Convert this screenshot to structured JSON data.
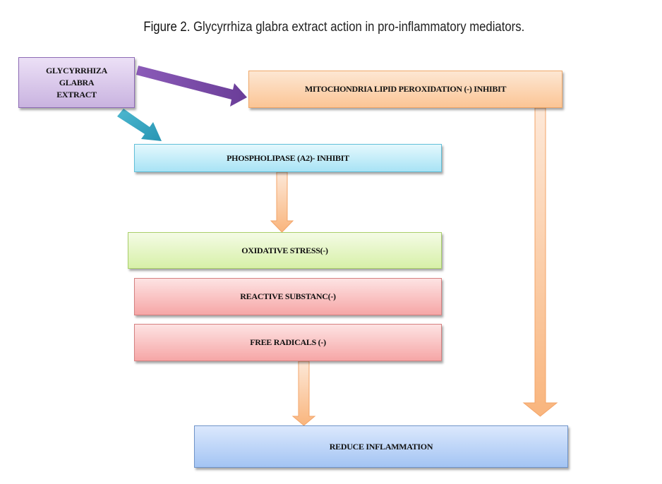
{
  "caption": {
    "label": "Figure 2.",
    "text": " Glycyrrhiza glabra extract action in pro-inflammatory mediators."
  },
  "nodes": {
    "extract": {
      "lines": [
        "GLYCYRRHIZA",
        "GLABRA",
        "EXTRACT"
      ]
    },
    "mitochondria": {
      "label": "MITOCHONDRIA LIPID PEROXIDATION (-) INHIBIT"
    },
    "phospholipase": {
      "label": "PHOSPHOLIPASE (A2)- INHIBIT"
    },
    "oxidative_stress": {
      "label": "OXIDATIVE STRESS(-)"
    },
    "reactive_substance": {
      "label": "REACTIVE SUBSTANC(-)"
    },
    "free_radicals": {
      "label": "FREE RADICALS (-)"
    },
    "reduce_inflammation": {
      "label": "REDUCE INFLAMMATION"
    }
  },
  "edges": [
    {
      "from": "extract",
      "to": "mitochondria",
      "color": "#7a4aa8"
    },
    {
      "from": "extract",
      "to": "phospholipase",
      "color": "#2ea3c1"
    },
    {
      "from": "phospholipase",
      "to": "oxidative_stress",
      "color": "#f9bb8a"
    },
    {
      "from": "free_radicals",
      "to": "reduce_inflammation",
      "color": "#f9bb8a"
    },
    {
      "from": "mitochondria",
      "to": "reduce_inflammation",
      "color": "#f9bb8a"
    }
  ]
}
